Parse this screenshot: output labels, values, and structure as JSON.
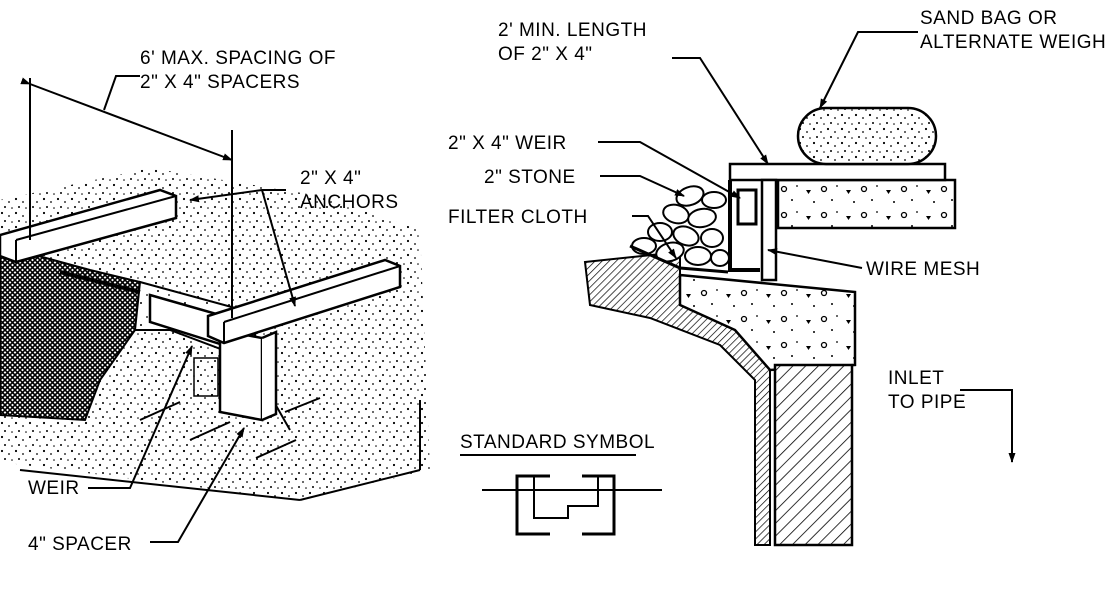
{
  "left_view": {
    "spacing_label_line1": "6' MAX. SPACING OF",
    "spacing_label_line2": "2\" X 4\" SPACERS",
    "anchors_label_line1": "2\" X 4\"",
    "anchors_label_line2": "ANCHORS",
    "weir_label": "WEIR",
    "spacer_label": "4\" SPACER"
  },
  "right_view": {
    "min_length_line1": "2' MIN. LENGTH",
    "min_length_line2": "OF 2\" X 4\"",
    "sandbag_line1": "SAND BAG OR",
    "sandbag_line2": "ALTERNATE WEIGHT",
    "weir_label": "2\" X 4\" WEIR",
    "stone_label": "2\" STONE",
    "filter_label": "FILTER CLOTH",
    "wire_mesh_label": "WIRE MESH",
    "inlet_line1": "INLET",
    "inlet_line2": "TO PIPE"
  },
  "legend": {
    "standard_symbol_label": "STANDARD SYMBOL"
  }
}
